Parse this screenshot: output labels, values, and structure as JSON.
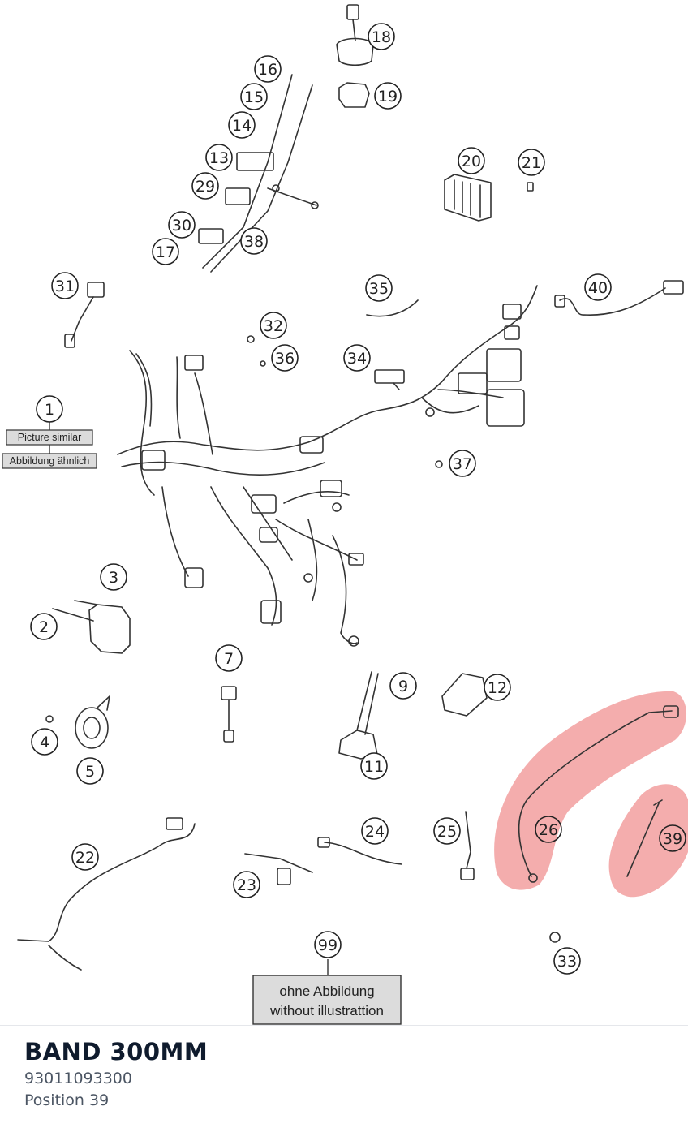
{
  "diagram": {
    "callouts": [
      {
        "num": "1"
      },
      {
        "num": "2"
      },
      {
        "num": "3"
      },
      {
        "num": "4"
      },
      {
        "num": "5"
      },
      {
        "num": "7"
      },
      {
        "num": "9"
      },
      {
        "num": "11"
      },
      {
        "num": "12"
      },
      {
        "num": "13"
      },
      {
        "num": "14"
      },
      {
        "num": "15"
      },
      {
        "num": "16"
      },
      {
        "num": "17"
      },
      {
        "num": "18"
      },
      {
        "num": "19"
      },
      {
        "num": "20"
      },
      {
        "num": "21"
      },
      {
        "num": "22"
      },
      {
        "num": "23"
      },
      {
        "num": "24"
      },
      {
        "num": "25"
      },
      {
        "num": "26"
      },
      {
        "num": "29"
      },
      {
        "num": "30"
      },
      {
        "num": "31"
      },
      {
        "num": "32"
      },
      {
        "num": "33"
      },
      {
        "num": "34"
      },
      {
        "num": "35"
      },
      {
        "num": "36"
      },
      {
        "num": "37"
      },
      {
        "num": "38"
      },
      {
        "num": "39"
      },
      {
        "num": "40"
      },
      {
        "num": "99"
      }
    ],
    "label_picture_similar": "Picture similar",
    "label_abbildung_aehnlich": "Abbildung ähnlich",
    "label_ohne_abbildung": "ohne Abbildung",
    "label_without_illustration": "without illustrattion",
    "highlight_color": "#f08a8a"
  },
  "part": {
    "title": "BAND 300MM",
    "number": "93011093300",
    "position": "Position 39"
  }
}
